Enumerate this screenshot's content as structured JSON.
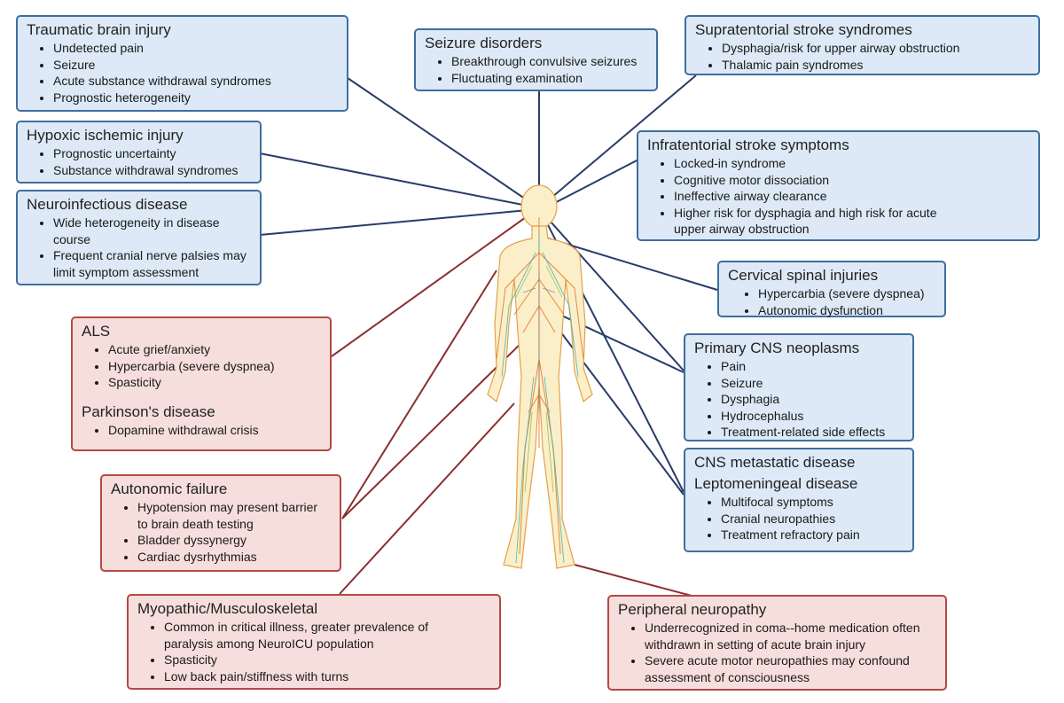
{
  "colors": {
    "blue_fill": "#dde9f6",
    "blue_border": "#3f6e9f",
    "red_fill": "#f6dedc",
    "red_border": "#b24a46",
    "blue_line": "#283c6a",
    "red_line": "#8b2f30"
  },
  "boxes": {
    "tbi": {
      "title": "Traumatic brain injury",
      "items": [
        "Undetected pain",
        "Seizure",
        "Acute substance withdrawal syndromes",
        "Prognostic heterogeneity"
      ]
    },
    "seizure": {
      "title": "Seizure disorders",
      "items": [
        "Breakthrough convulsive seizures",
        "Fluctuating examination"
      ]
    },
    "supra": {
      "title": "Supratentorial stroke syndromes",
      "items": [
        "Dysphagia/risk for upper airway obstruction",
        "Thalamic pain syndromes"
      ]
    },
    "hypoxic": {
      "title": "Hypoxic ischemic injury",
      "items": [
        "Prognostic uncertainty",
        "Substance withdrawal syndromes"
      ]
    },
    "infra": {
      "title": "Infratentorial stroke symptoms",
      "items": [
        "Locked-in syndrome",
        "Cognitive motor dissociation",
        "Ineffective airway clearance",
        "Higher risk for dysphagia and high risk for acute upper airway obstruction"
      ]
    },
    "neuroinf": {
      "title": "Neuroinfectious disease",
      "items": [
        "Wide heterogeneity in disease course",
        "Frequent cranial nerve palsies may limit symptom assessment"
      ]
    },
    "cervical": {
      "title": "Cervical spinal injuries",
      "items": [
        "Hypercarbia (severe dyspnea)",
        "Autonomic dysfunction"
      ]
    },
    "als": {
      "title": "ALS",
      "items": [
        "Acute grief/anxiety",
        "Hypercarbia (severe dyspnea)",
        "Spasticity"
      ],
      "title2": "Parkinson's disease",
      "items2": [
        "Dopamine withdrawal crisis"
      ]
    },
    "primary": {
      "title": "Primary CNS neoplasms",
      "items": [
        "Pain",
        "Seizure",
        "Dysphagia",
        "Hydrocephalus",
        "Treatment-related side effects"
      ]
    },
    "meta": {
      "title": "CNS metastatic disease",
      "title2": "Leptomeningeal disease",
      "items": [
        "Multifocal symptoms",
        "Cranial neuropathies",
        "Treatment refractory pain"
      ]
    },
    "autonomic": {
      "title": "Autonomic failure",
      "items": [
        "Hypotension may present barrier to brain death testing",
        "Bladder dyssynergy",
        "Cardiac dysrhythmias"
      ]
    },
    "myo": {
      "title": "Myopathic/Musculoskeletal",
      "items": [
        "Common in critical illness, greater prevalence of paralysis among NeuroICU population",
        "Spasticity",
        "Low back pain/stiffness with turns"
      ]
    },
    "periph": {
      "title": "Peripheral neuropathy",
      "items": [
        "Underrecognized in coma--home medication often withdrawn in setting of acute brain injury",
        "Severe acute motor neuropathies may confound assessment of consciousness"
      ]
    }
  }
}
